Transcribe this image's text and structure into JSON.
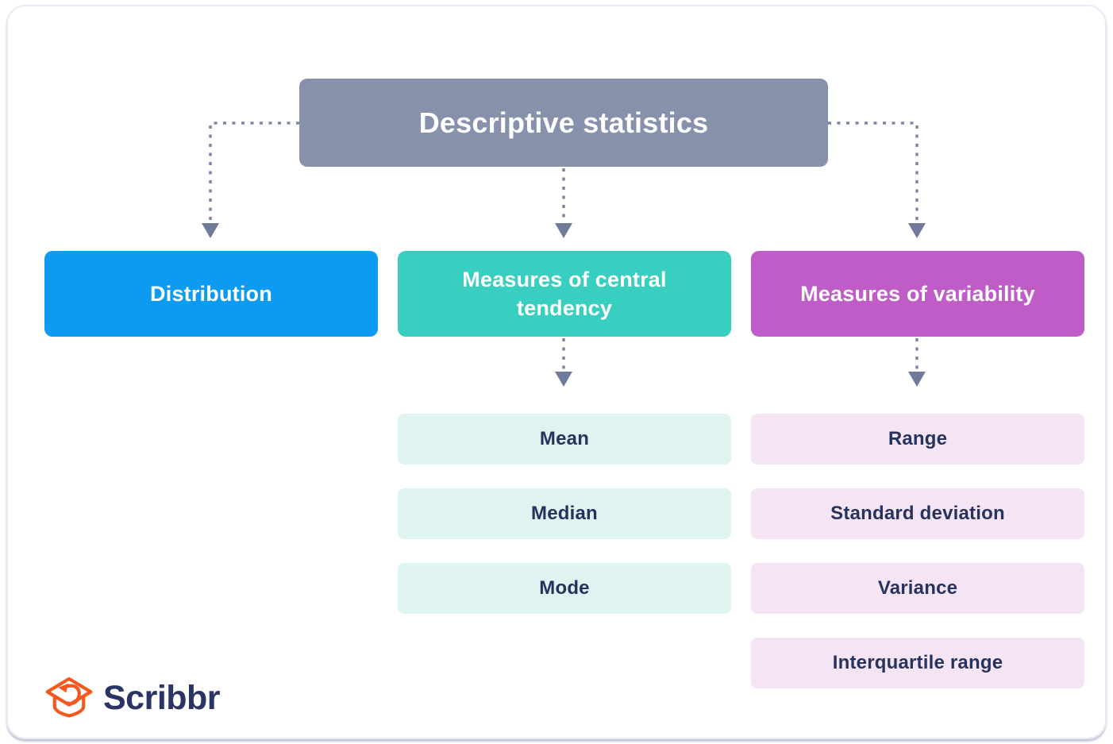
{
  "diagram": {
    "root": {
      "label": "Descriptive statistics",
      "color": "#8791AC"
    },
    "branches": [
      {
        "id": "distribution",
        "label": "Distribution",
        "color": "#0D9BF2",
        "items": []
      },
      {
        "id": "central-tendency",
        "label": "Measures of central tendency",
        "color": "#38CFC0",
        "item_color": "#DFF3F1",
        "items": [
          {
            "label": "Mean"
          },
          {
            "label": "Median"
          },
          {
            "label": "Mode"
          }
        ]
      },
      {
        "id": "variability",
        "label": "Measures of variability",
        "color": "#BF5CC7",
        "item_color": "#F5E4F3",
        "items": [
          {
            "label": "Range"
          },
          {
            "label": "Standard deviation"
          },
          {
            "label": "Variance"
          },
          {
            "label": "Interquartile range"
          }
        ]
      }
    ],
    "connector_color": "#7B86A4",
    "arrowhead_color": "#707B9B",
    "item_text_color": "#26335F"
  },
  "logo": {
    "text": "Scribbr",
    "icon": "graduation-cap-with-arrow",
    "icon_color": "#F4581F",
    "text_color": "#2A3566"
  }
}
